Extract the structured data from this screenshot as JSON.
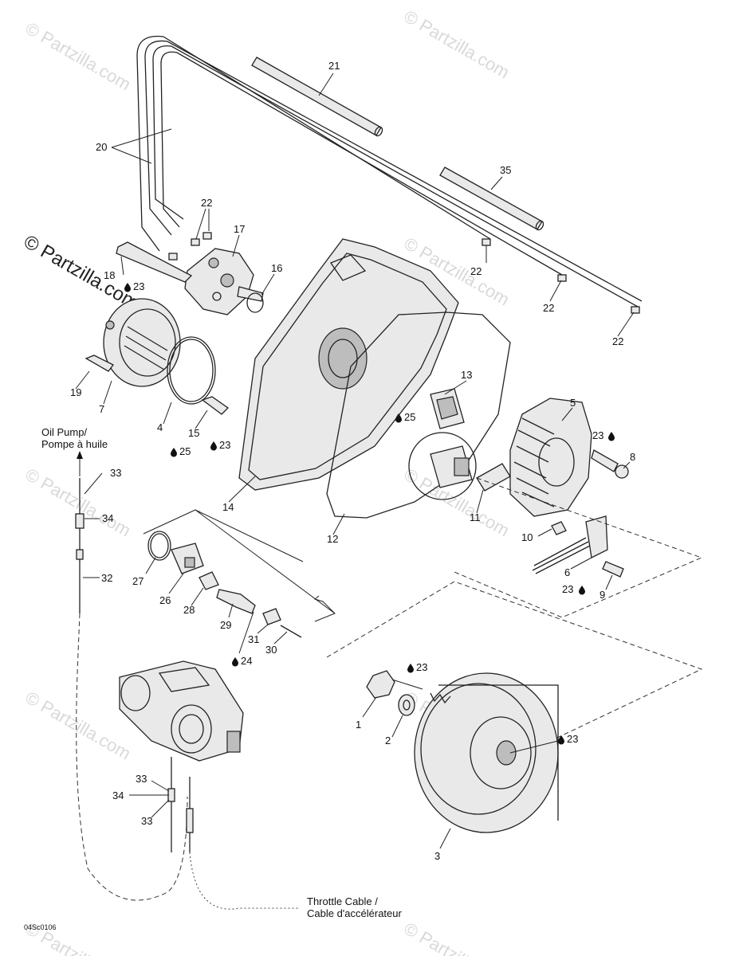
{
  "brand": "© Partzilla.com",
  "watermark": "© Partzilla.com",
  "drawing_code": "04Sc0106",
  "labels": {
    "l1": "1",
    "l2": "2",
    "l3": "3",
    "l4": "4",
    "l5": "5",
    "l6": "6",
    "l7": "7",
    "l8": "8",
    "l9": "9",
    "l10": "10",
    "l11": "11",
    "l12": "12",
    "l13": "13",
    "l14": "14",
    "l15": "15",
    "l16": "16",
    "l17": "17",
    "l18": "18",
    "l19": "19",
    "l20": "20",
    "l21": "21",
    "l22a": "22",
    "l22b": "22",
    "l22c": "22",
    "l22d": "22",
    "l23a": "23",
    "l23b": "23",
    "l23c": "23",
    "l23d": "23",
    "l23e": "23",
    "l23f": "23",
    "l24": "24",
    "l25a": "25",
    "l25b": "25",
    "l26": "26",
    "l27": "27",
    "l28": "28",
    "l29": "29",
    "l30": "30",
    "l31": "31",
    "l32": "32",
    "l33a": "33",
    "l33b": "33",
    "l33c": "33",
    "l34a": "34",
    "l34b": "34",
    "l35": "35"
  },
  "callouts": {
    "oil_pump_line1": "Oil Pump/",
    "oil_pump_line2": "Pompe à huile",
    "throttle_line1": "Throttle Cable /",
    "throttle_line2": "Cable d'accélérateur"
  }
}
